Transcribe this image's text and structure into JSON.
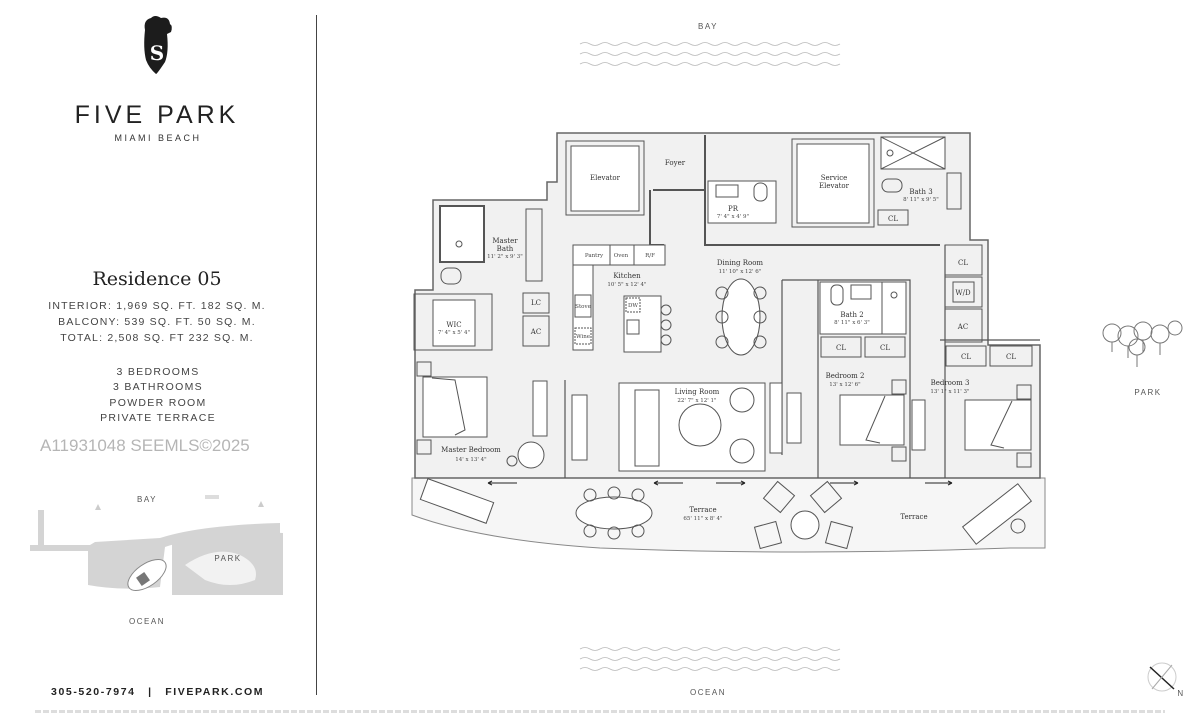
{
  "brand": {
    "logo_icon": "elephant-shield-s-logo",
    "logo_letter": "S",
    "name": "FIVE PARK",
    "location": "MIAMI BEACH"
  },
  "residence": {
    "title": "Residence 05",
    "specs": [
      "INTERIOR: 1,969 SQ. FT.   182 SQ. M.",
      "BALCONY: 539 SQ. FT.   50 SQ. M.",
      "TOTAL: 2,508 SQ. FT   232 SQ. M."
    ],
    "features": [
      "3 BEDROOMS",
      "3 BATHROOMS",
      "POWDER ROOM",
      "PRIVATE TERRACE"
    ]
  },
  "watermark": "A11931048  SEEMLS©2025",
  "site_map": {
    "labels": {
      "bay": "BAY",
      "park": "PARK",
      "ocean": "OCEAN"
    }
  },
  "contact": {
    "phone": "305-520-7974",
    "separator": "|",
    "website": "FIVEPARK.COM"
  },
  "plan": {
    "orientation": {
      "top": "BAY",
      "bottom": "OCEAN",
      "right": "PARK",
      "north": "N"
    },
    "rooms": {
      "elevator": {
        "name": "Elevator"
      },
      "foyer": {
        "name": "Foyer"
      },
      "powder": {
        "name": "PR",
        "dims": "7' 4\" x 4' 9\""
      },
      "service_elevator": {
        "name": "Service",
        "name2": "Elevator"
      },
      "bath3": {
        "name": "Bath 3",
        "dims": "8' 11\" x 9' 5\""
      },
      "master_bath": {
        "name": "Master",
        "name2": "Bath",
        "dims": "11' 2\" x 9' 3\""
      },
      "kitchen": {
        "name": "Kitchen",
        "dims": "10' 5\" x 12' 4\"",
        "pantry": "Pantry",
        "oven": "Oven",
        "rf": "R/F",
        "stove": "Stove",
        "wine": "Wine",
        "dw": "DW"
      },
      "dining": {
        "name": "Dining Room",
        "dims": "11' 10\" x 12' 6\""
      },
      "wic": {
        "name": "WIC",
        "dims": "7' 4\" x 5' 4\""
      },
      "lc": "LC",
      "ac": "AC",
      "cl": "CL",
      "wd": "W/D",
      "bath2": {
        "name": "Bath 2",
        "dims": "8' 11\" x 6' 3\""
      },
      "bedroom2": {
        "name": "Bedroom 2",
        "dims": "13' x 12' 6\""
      },
      "bedroom3": {
        "name": "Bedroom 3",
        "dims": "13' 1\" x 11' 3\""
      },
      "living": {
        "name": "Living Room",
        "dims": "22' 7\" x 12' 1\""
      },
      "master_bedroom": {
        "name": "Master Bedroom",
        "dims": "14' x 13' 4\""
      },
      "terrace": {
        "name": "Terrace",
        "dims": "65' 11\" x 8' 4\""
      },
      "terrace_east": {
        "name": "Terrace"
      }
    }
  },
  "colors": {
    "interior": "#f1f1f1",
    "wall": "#555555",
    "site_map": "#d4d4d4"
  }
}
